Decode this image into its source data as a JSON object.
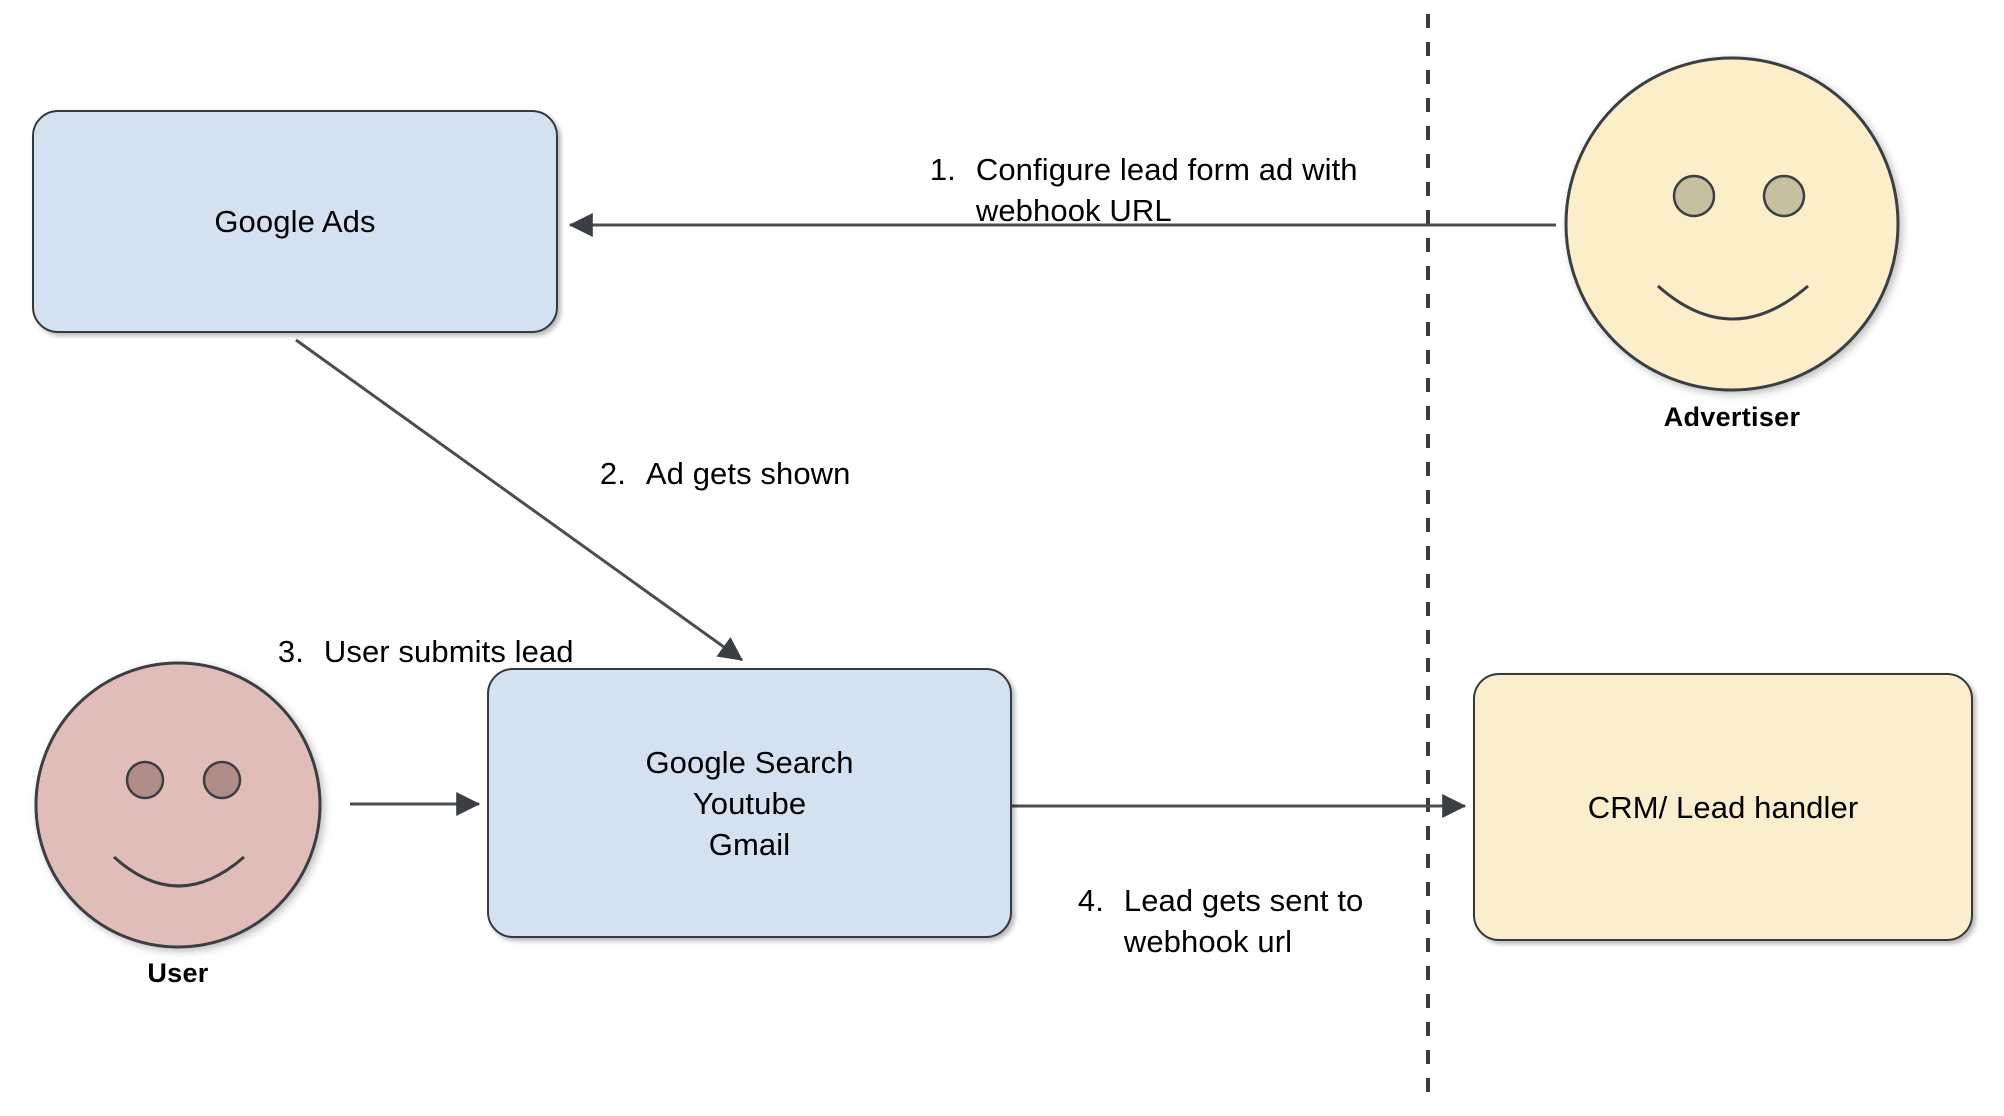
{
  "diagram": {
    "title": "Google Ads lead form webhook flow",
    "background": "#ffffff",
    "divider": {
      "name": "boundary-divider",
      "style": "dashed",
      "color": "#3b3b3b"
    },
    "colors": {
      "box_blue_fill": "#d4e1f0",
      "box_cream_fill": "#faeecd",
      "face_advertiser_fill": "#fbeec8",
      "face_advertiser_eye": "#c6bfa0",
      "face_user_fill": "#e0bdb8",
      "face_user_eye": "#b08d87",
      "stroke": "#36393d",
      "text": "#000000"
    }
  },
  "nodes": {
    "google_ads": {
      "label": "Google Ads",
      "shape": "rounded-rect",
      "fill": "#d4e1f0"
    },
    "google_properties": {
      "label": "Google Search\nYoutube\nGmail",
      "lines": [
        "Google Search",
        "Youtube",
        "Gmail"
      ],
      "shape": "rounded-rect",
      "fill": "#d4e1f0"
    },
    "crm": {
      "label": "CRM/ Lead handler",
      "shape": "rounded-rect",
      "fill": "#faeecd"
    },
    "advertiser": {
      "label": "Advertiser",
      "shape": "smiley-face",
      "fill": "#fbeec8"
    },
    "user": {
      "label": "User",
      "shape": "smiley-face",
      "fill": "#e0bdb8"
    }
  },
  "steps": [
    {
      "number": "1.",
      "line1": "Configure lead form ad with",
      "line2": "webhook URL",
      "from": "advertiser",
      "to": "google_ads"
    },
    {
      "number": "2.",
      "line1": "Ad gets shown",
      "line2": "",
      "from": "google_ads",
      "to": "google_properties"
    },
    {
      "number": "3.",
      "line1": "User submits lead",
      "line2": "",
      "from": "user",
      "to": "google_properties"
    },
    {
      "number": "4.",
      "line1": "Lead gets sent to",
      "line2": "webhook url",
      "from": "google_properties",
      "to": "crm"
    }
  ],
  "edges": [
    {
      "name": "edge-advertiser-to-google-ads",
      "direction": "left"
    },
    {
      "name": "edge-google-ads-to-properties",
      "direction": "down-right"
    },
    {
      "name": "edge-user-to-properties",
      "direction": "right"
    },
    {
      "name": "edge-properties-to-crm",
      "direction": "right"
    }
  ]
}
